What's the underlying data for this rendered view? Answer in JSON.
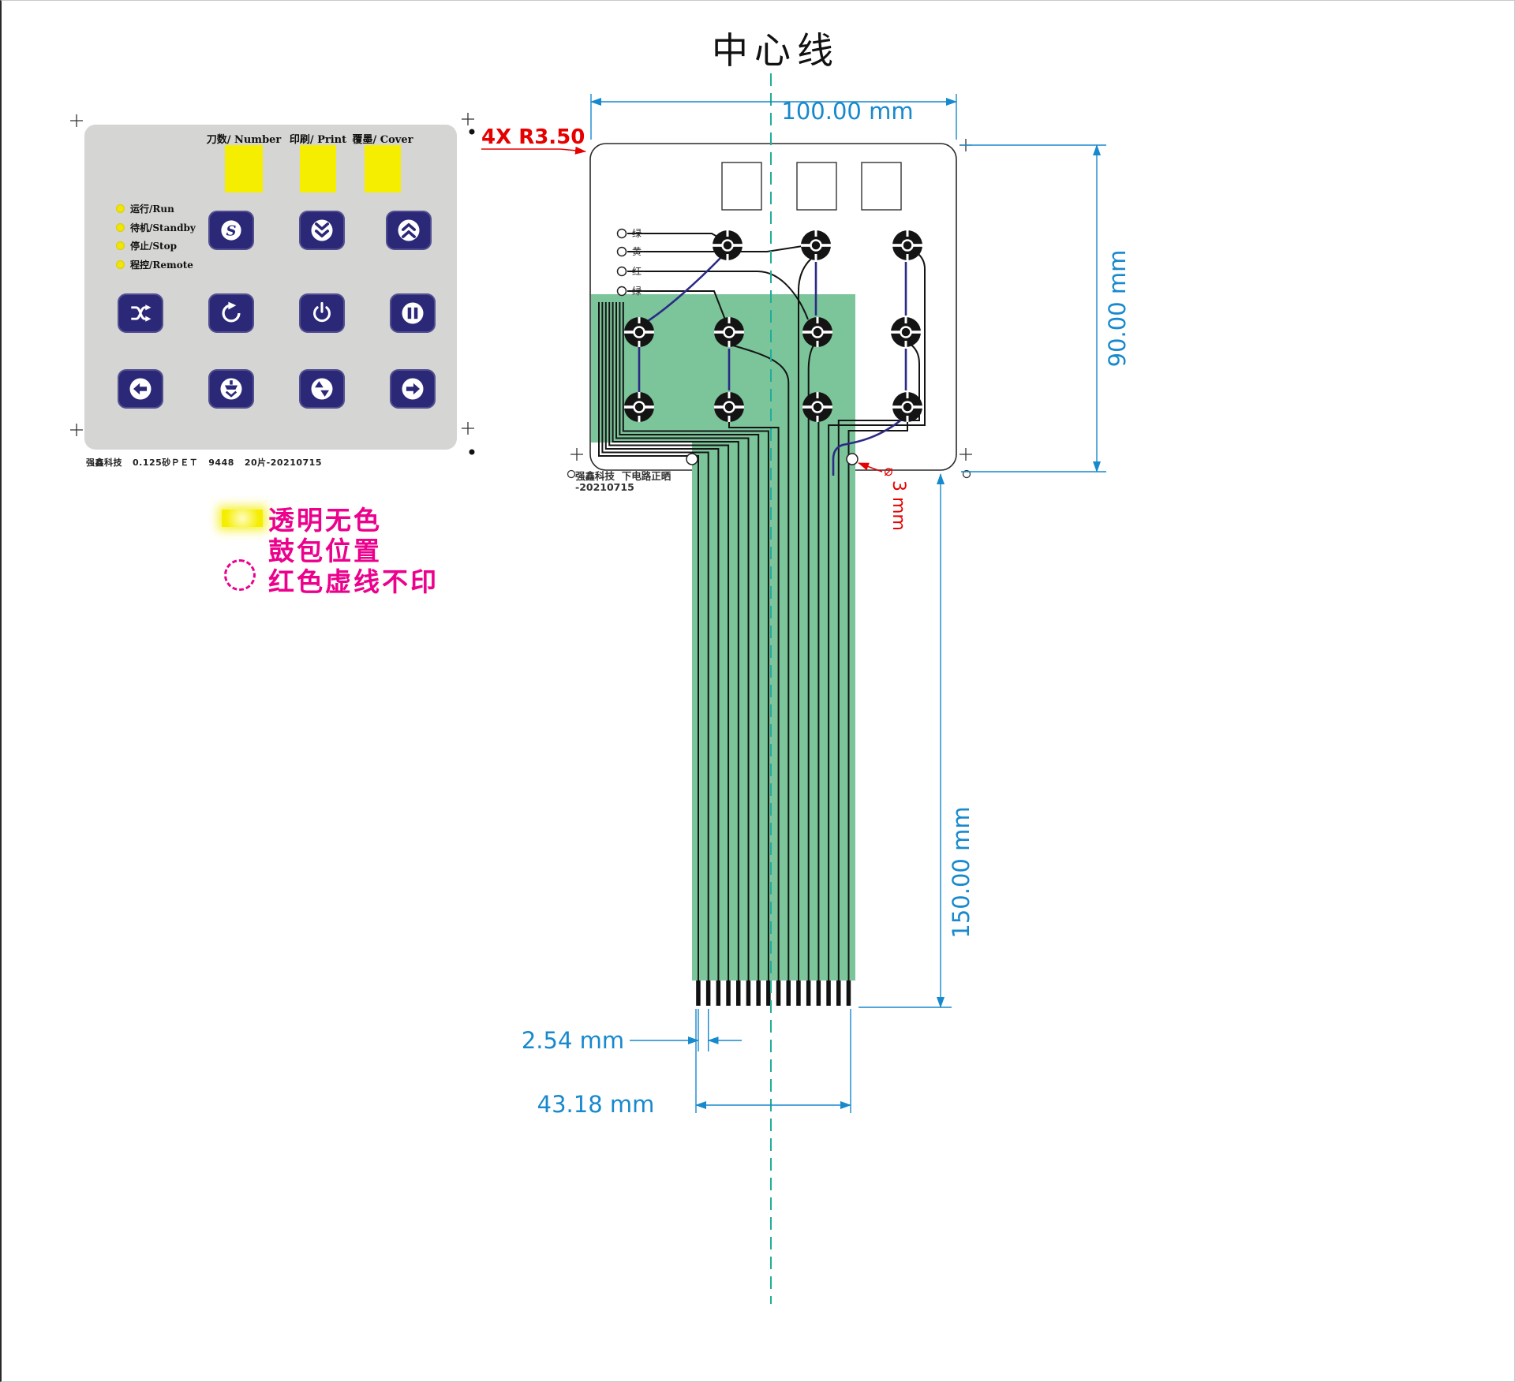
{
  "drawing": {
    "title": "中心线"
  },
  "keypad": {
    "windows": [
      {
        "label": "刀数/ Number"
      },
      {
        "label": "印刷/ Print"
      },
      {
        "label": "覆墨/ Cover"
      }
    ],
    "leds": [
      {
        "label": "运行/Run"
      },
      {
        "label": "待机/Standby"
      },
      {
        "label": "停止/Stop"
      },
      {
        "label": "程控/Remote"
      }
    ],
    "keys": [
      "s",
      "page-down",
      "page-up",
      "shuffle",
      "cycle",
      "power",
      "pause",
      "arrow-left",
      "press",
      "swap-updown",
      "arrow-right"
    ],
    "footer": "强鑫科技   0.125砂ＰＥＴ   9448   20片-20210715"
  },
  "legend": {
    "line1": "透明无色",
    "line2": "鼓包位置",
    "line3": "红色虚线不印"
  },
  "circuit": {
    "wire_labels": [
      "绿-",
      "黄-",
      "红-",
      "绿-"
    ],
    "stamp_line1": "强鑫科技  下电路正晒",
    "stamp_line2": "-20210715",
    "dims": {
      "width": "100.00 mm",
      "height": "90.00 mm",
      "tail": "150.00 mm",
      "pitch": "2.54 mm",
      "connector": "43.18 mm",
      "hole_symbol": "⌀",
      "hole": "3 mm",
      "corner": "4X R3.50"
    }
  },
  "colors": {
    "keypad_gray": "#d5d5d3",
    "key_navy": "#2b2878",
    "window_yellow": "#f5ee00",
    "legend_magenta": "#ec008c",
    "dim_blue": "#1789cd",
    "tail_green": "#7cc49a",
    "centerline_teal": "#1fae9a",
    "annotation_red": "#e60000"
  }
}
